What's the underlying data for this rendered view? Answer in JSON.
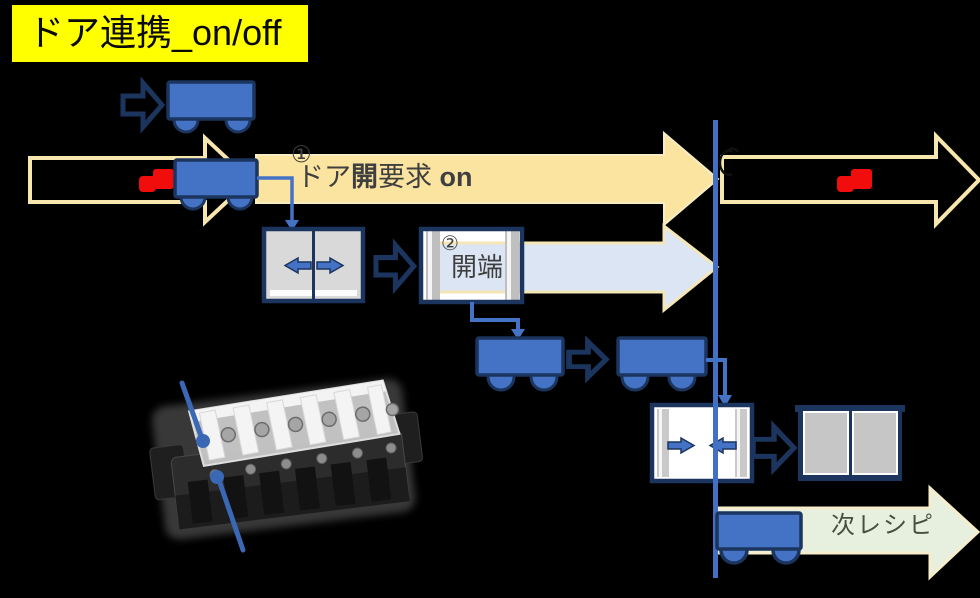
{
  "title": "ドア連携_on/off",
  "annotations": {
    "step1_number": "①",
    "step1_text": {
      "seg1": "ドア",
      "seg2": "開",
      "seg3": "要求 ",
      "seg4": "on"
    },
    "step2_number": "②",
    "step2_label": "開端",
    "next_recipe_label": "次レシピ"
  },
  "colors": {
    "title_highlight": "#ffff00",
    "accent_blue": "#4472c4",
    "navy_outline": "#1b355e",
    "yellow_arrow_fill": "#fbe3a0",
    "cream_arrow_outline": "#f7e6ae",
    "light_blue_arrow_fill": "#dce5f3",
    "green_arrow_fill": "#e7f0df",
    "door_panel_gray": "#d9d9d9",
    "red_marker": "#f20d0d",
    "timeline_blue": "#4270c2"
  },
  "icons": {
    "step_arrow": "chevron-block-arrow",
    "cart": "agv-cart",
    "door_open": "sliding-door-opening",
    "door_frame": "door-frame-open-end",
    "door_close": "sliding-door-closing",
    "door_closed": "sliding-door-closed",
    "marker": "red-cart-marker",
    "photo": "terminal-block-photo"
  }
}
